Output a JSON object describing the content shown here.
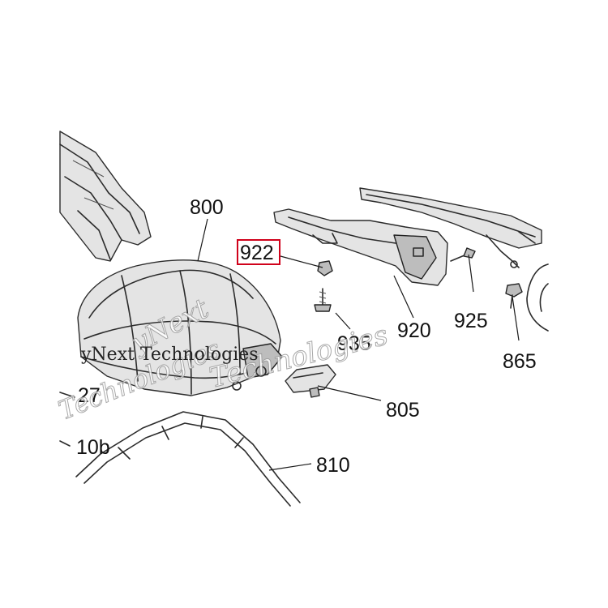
{
  "callouts": {
    "c800": "800",
    "c922": "922",
    "c935": "935",
    "c920": "920",
    "c925": "925",
    "c865": "865",
    "c805": "805",
    "c810": "810",
    "c27": "27",
    "c10b": "10b"
  },
  "highlight_color": "#d0021b",
  "watermark": {
    "text_main": "yNext Technologies",
    "text_arc_1": "yNext",
    "text_arc_2": "Technologies",
    "text_left": "Technologies"
  }
}
